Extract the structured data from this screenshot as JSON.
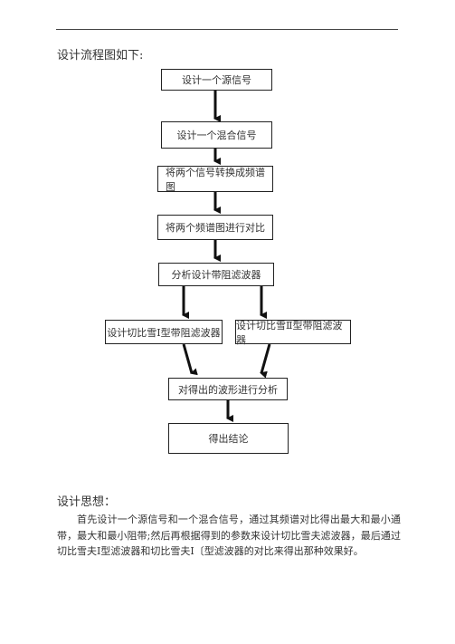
{
  "header": {
    "title": "设计流程图如下:"
  },
  "flowchart": {
    "steps": {
      "s1": "设计一个源信号",
      "s2": "设计一个混合信号",
      "s3": "将两个信号转换成频谱图",
      "s4": "将两个频谱图进行对比",
      "s5": "分析设计带阻滤波器",
      "s6a": "设计切比雪Ⅰ型带阻滤波器",
      "s6b": "设计切比雪Ⅱ型带阻滤波器",
      "s7": "对得出的波形进行分析",
      "s8": "得出结论"
    }
  },
  "section": {
    "title": "设计思想：",
    "body": "首先设计一个源信号和一个混合信号，通过其频谱对比得出最大和最小通 带，最大和最小阻带;然后再根据得到的参数来设计切比雪夫滤波器，最后通过 切比雪夫Ⅰ型滤波器和切比雪夫Ⅰ〔型滤波器的对比来得出那种效果好。"
  }
}
